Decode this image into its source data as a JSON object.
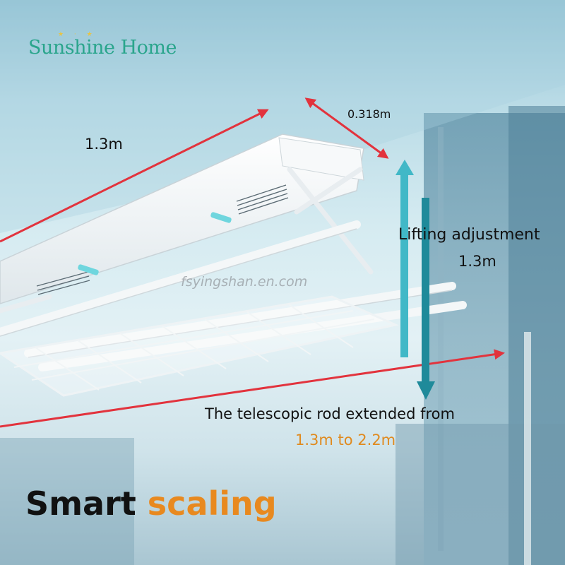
{
  "brand": {
    "name": "Sunshine Home",
    "color": "#2aa58c",
    "star_color": "#e7c444"
  },
  "dimensions": {
    "length": "1.3m",
    "width": "0.318m",
    "lifting_title": "Lifting adjustment",
    "lifting_value": "1.3m"
  },
  "watermark": "fsyingshan.en.com",
  "rod": {
    "line": "The telescopic rod extended from",
    "range": "1.3m to 2.2m"
  },
  "headline": {
    "main": "Smart",
    "accent": "scaling"
  },
  "colors": {
    "arrow_red": "#e2333d",
    "arrow_cyan": "#41b8c7",
    "arrow_teal": "#1f8a9a",
    "accent_orange": "#e8891f"
  },
  "icons": [
    "star-icon",
    "double-headed-arrow-icon",
    "up-arrow-icon",
    "down-arrow-icon"
  ]
}
